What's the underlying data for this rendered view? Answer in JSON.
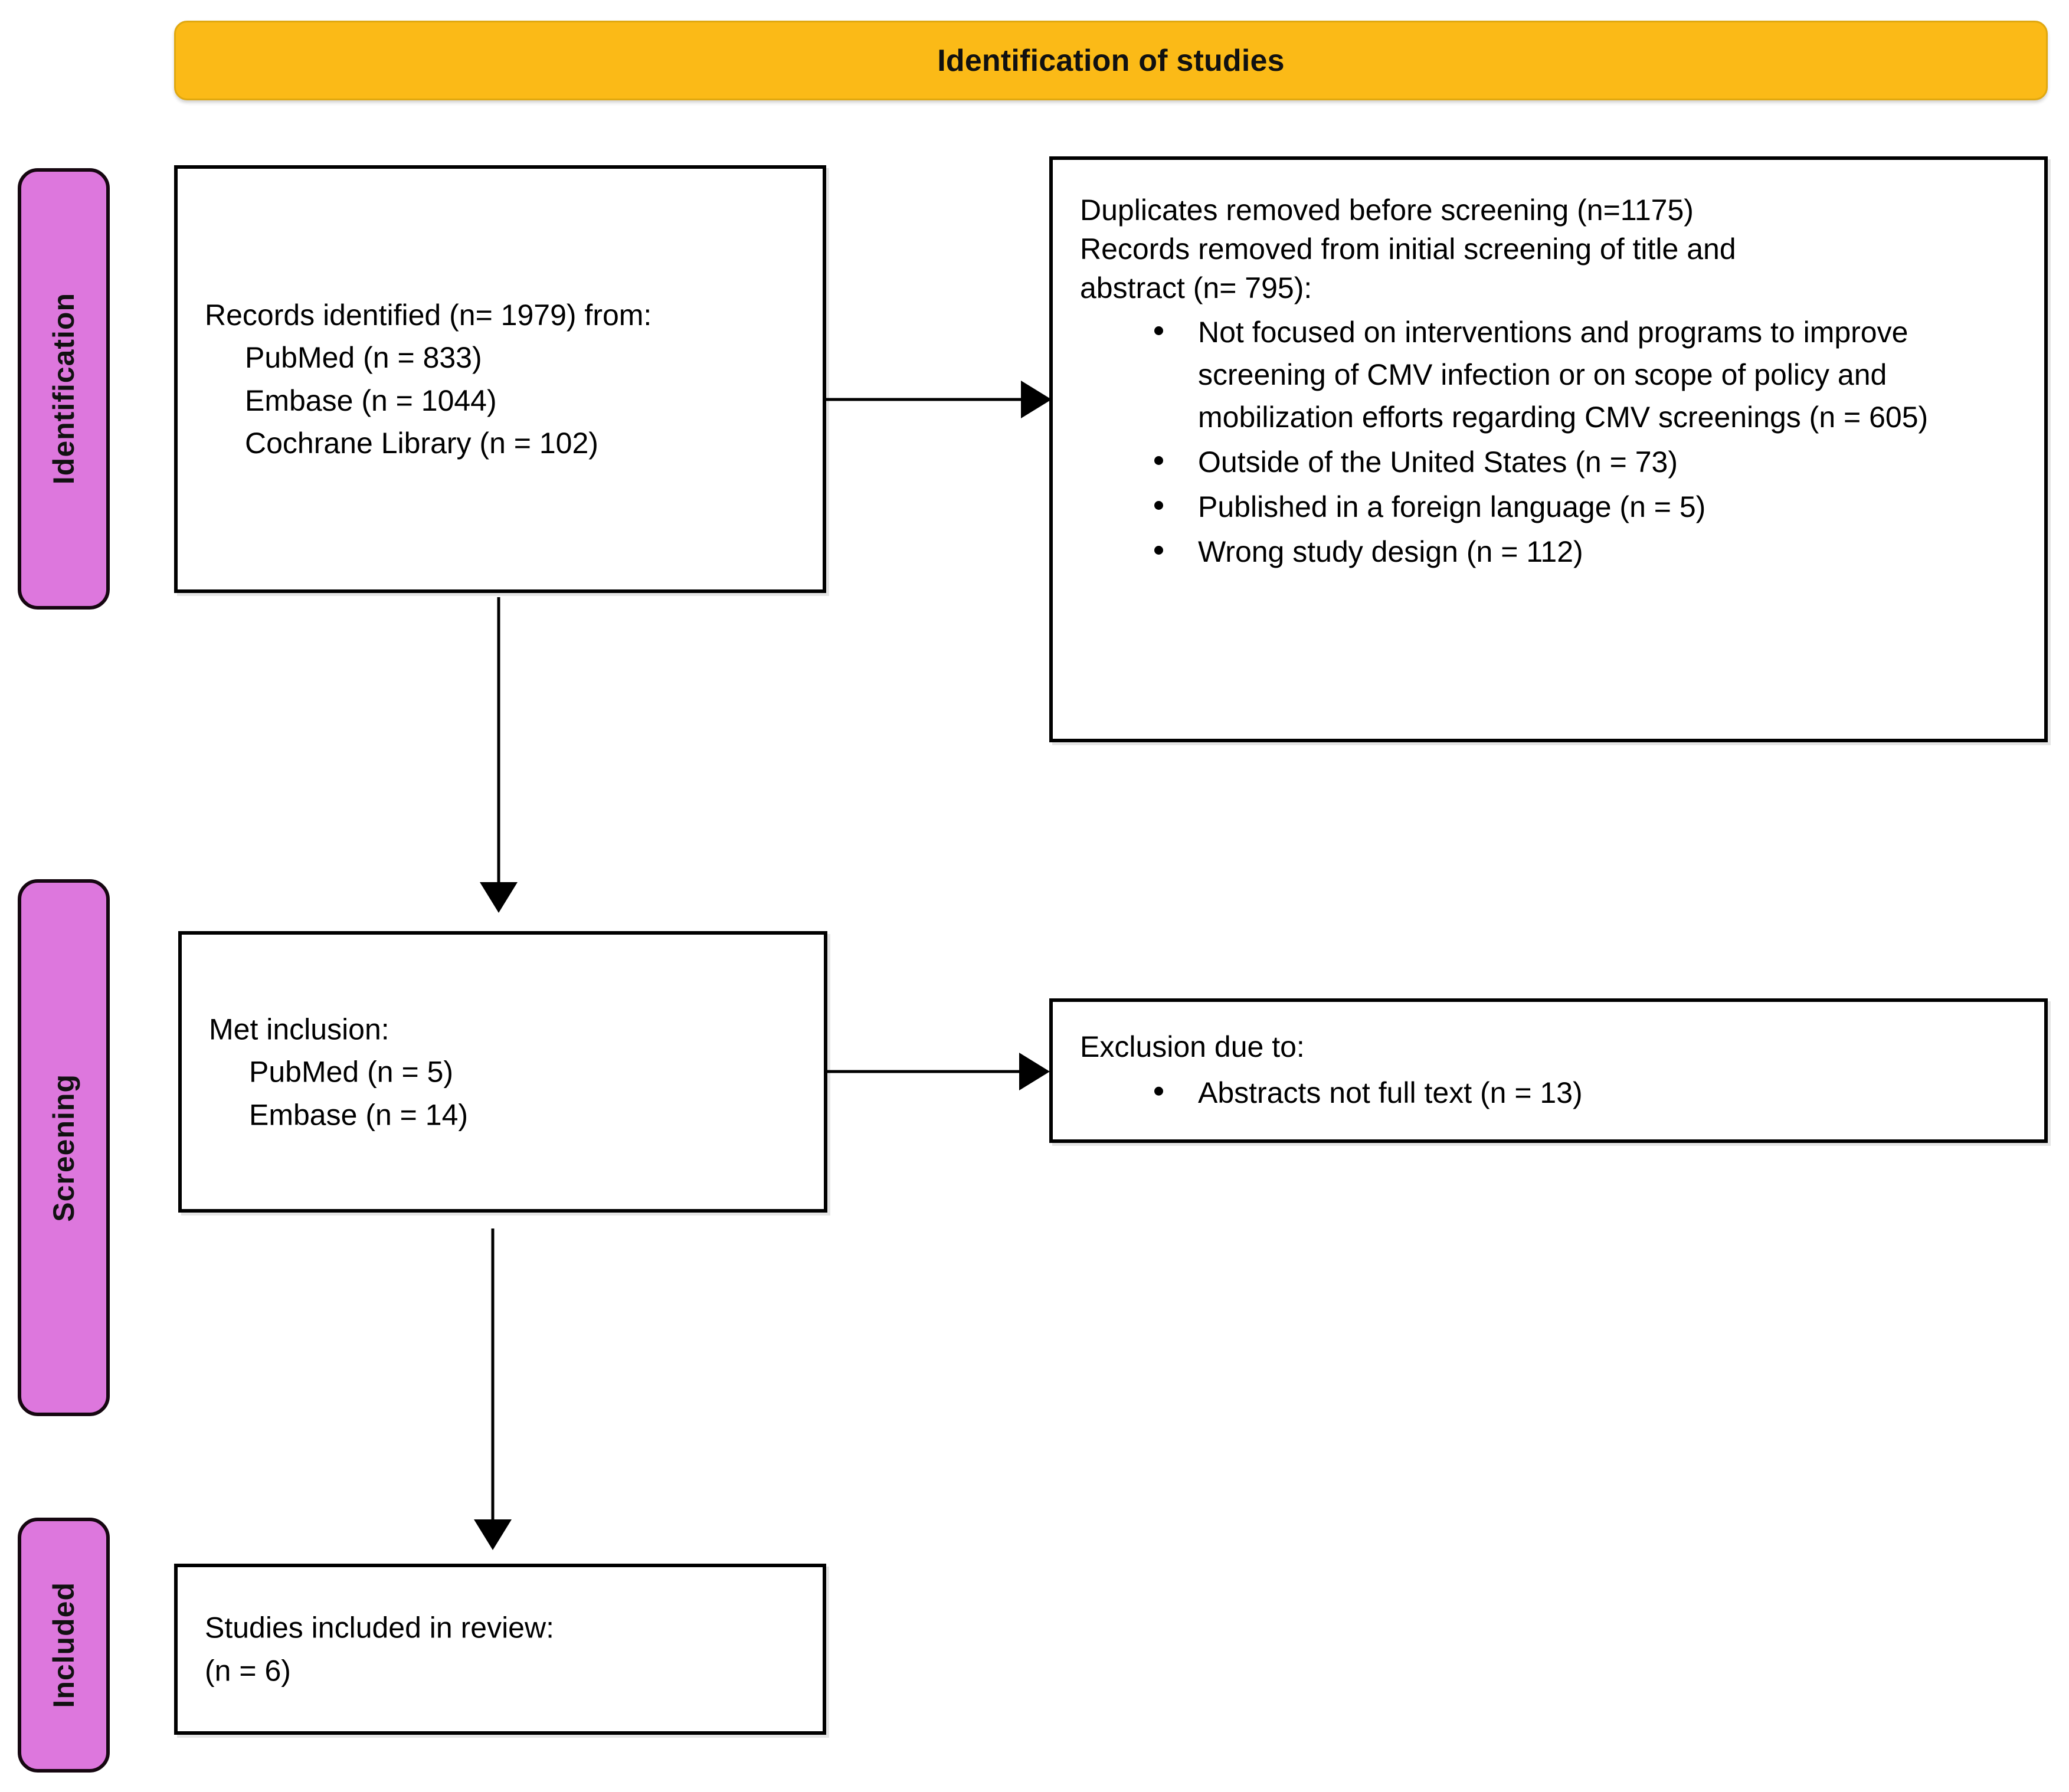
{
  "header": {
    "title": "Identification of studies",
    "background_color": "#FBBA17"
  },
  "stages": {
    "accent_color": "#DD77DD",
    "items": [
      {
        "id": "identification",
        "label": "Identification"
      },
      {
        "id": "screening",
        "label": "Screening"
      },
      {
        "id": "included",
        "label": "Included"
      }
    ]
  },
  "boxes": {
    "records_identified": {
      "title": "Records identified (n= 1979) from:",
      "sources": [
        "PubMed (n = 833)",
        "Embase (n = 1044)",
        "Cochrane Library (n = 102)"
      ]
    },
    "records_removed": {
      "line1": "Duplicates removed before screening (n=1175)",
      "line2": "Records removed from initial screening of title and",
      "line3": "abstract (n= 795):",
      "reasons": [
        "Not focused on interventions and programs to improve screening of CMV infection or on scope of policy and mobilization efforts regarding CMV screenings (n = 605)",
        "Outside of the United States (n = 73)",
        "Published in a foreign language (n = 5)",
        "Wrong study design (n = 112)"
      ]
    },
    "met_inclusion": {
      "title": "Met inclusion:",
      "sources": [
        "PubMed (n = 5)",
        "Embase (n = 14)"
      ]
    },
    "exclusion": {
      "title": "Exclusion due to:",
      "reasons": [
        "Abstracts not full text (n = 13)"
      ]
    },
    "studies_included": {
      "title": "Studies included in review:",
      "count": "(n = 6)"
    }
  },
  "chart_data": {
    "type": "diagram",
    "diagram_kind": "PRISMA flow diagram",
    "title": "Identification of studies",
    "stages": [
      "Identification",
      "Screening",
      "Included"
    ],
    "nodes": [
      {
        "id": "records_identified",
        "stage": "Identification",
        "total": 1979,
        "breakdown": {
          "PubMed": 833,
          "Embase": 1044,
          "Cochrane Library": 102
        }
      },
      {
        "id": "records_removed",
        "stage": "Identification",
        "duplicates_removed": 1175,
        "removed_title_abstract_screening": 795,
        "reasons": {
          "not_focused_on_interventions_programs_cmv": 605,
          "outside_united_states": 73,
          "published_foreign_language": 5,
          "wrong_study_design": 112
        }
      },
      {
        "id": "met_inclusion",
        "stage": "Screening",
        "breakdown": {
          "PubMed": 5,
          "Embase": 14
        }
      },
      {
        "id": "exclusion",
        "stage": "Screening",
        "reasons": {
          "abstracts_not_full_text": 13
        }
      },
      {
        "id": "studies_included",
        "stage": "Included",
        "total": 6
      }
    ],
    "edges": [
      {
        "from": "records_identified",
        "to": "records_removed",
        "direction": "right"
      },
      {
        "from": "records_identified",
        "to": "met_inclusion",
        "direction": "down"
      },
      {
        "from": "met_inclusion",
        "to": "exclusion",
        "direction": "right"
      },
      {
        "from": "met_inclusion",
        "to": "studies_included",
        "direction": "down"
      }
    ]
  }
}
